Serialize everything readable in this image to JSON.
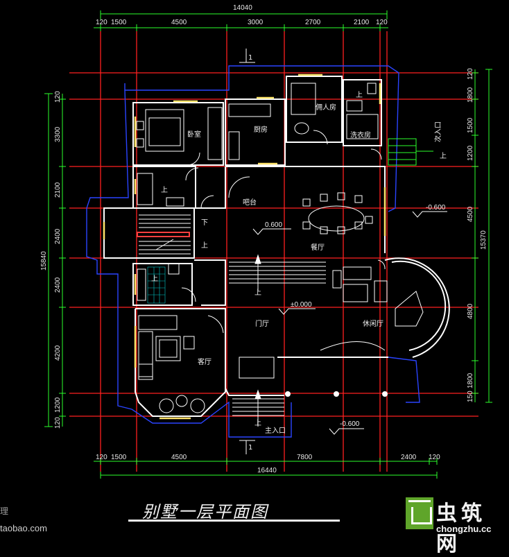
{
  "drawing": {
    "title": "别墅一层平面图",
    "colors": {
      "background": "#000000",
      "dim": "#2dff2d",
      "axis": "#ff2020",
      "wall": "#ffffff",
      "outline": "#2a44ff",
      "window": "#ffe46a",
      "stair": "#ff4040",
      "teal": "#00c8c8"
    }
  },
  "dimensions": {
    "top_total": "14040",
    "top": [
      "120",
      "1500",
      "4500",
      "3000",
      "2700",
      "2100",
      "120"
    ],
    "bottom_total": "16440",
    "bottom": [
      "120",
      "1500",
      "4500",
      "7800",
      "2400",
      "120"
    ],
    "left_total": "15840",
    "left": [
      "120",
      "3300",
      "2100",
      "2400",
      "2400",
      "4200",
      "1200",
      "120"
    ],
    "right_total": "15370",
    "right": [
      "120",
      "1800",
      "1500",
      "1200",
      "4500",
      "4800",
      "1800",
      "150"
    ]
  },
  "rooms": {
    "bedroom": "卧室",
    "kitchen": "厨房",
    "maid_room": "佣人房",
    "laundry": "洗衣房",
    "bar": "吧台",
    "dining": "餐厅",
    "foyer": "门厅",
    "living": "客厅",
    "leisure": "休闲厅",
    "side_entrance": "次入口",
    "main_entrance": "主入口",
    "up": "上",
    "down": "下",
    "section_mark": "1"
  },
  "levels": {
    "bar_level": "0.600",
    "foyer_level": "±0.000",
    "east_level": "-0.600",
    "south_level": "-0.600"
  },
  "watermark": {
    "left_text": "taobao.com",
    "left_char": "理",
    "brand": "虫筑网",
    "brand_url": "chongzhu.cc"
  }
}
